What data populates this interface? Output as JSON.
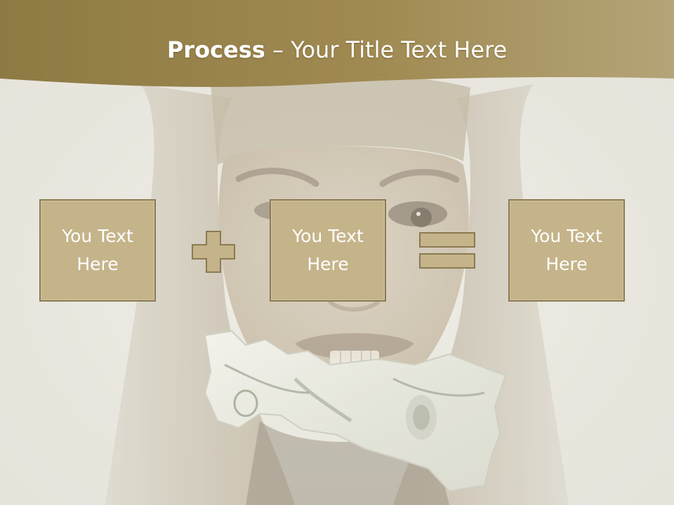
{
  "slide": {
    "title_bold": "Process",
    "title_rest": " – Your Title Text Here",
    "boxes": [
      {
        "label": "You Text Here"
      },
      {
        "label": "You Text Here"
      },
      {
        "label": "You Text Here"
      }
    ],
    "operators": [
      "plus-icon",
      "equals-icon"
    ]
  },
  "colors": {
    "header": "#9b854f",
    "box_fill": "#c5b48a",
    "box_border": "#8a7a52",
    "text": "#ffffff"
  }
}
